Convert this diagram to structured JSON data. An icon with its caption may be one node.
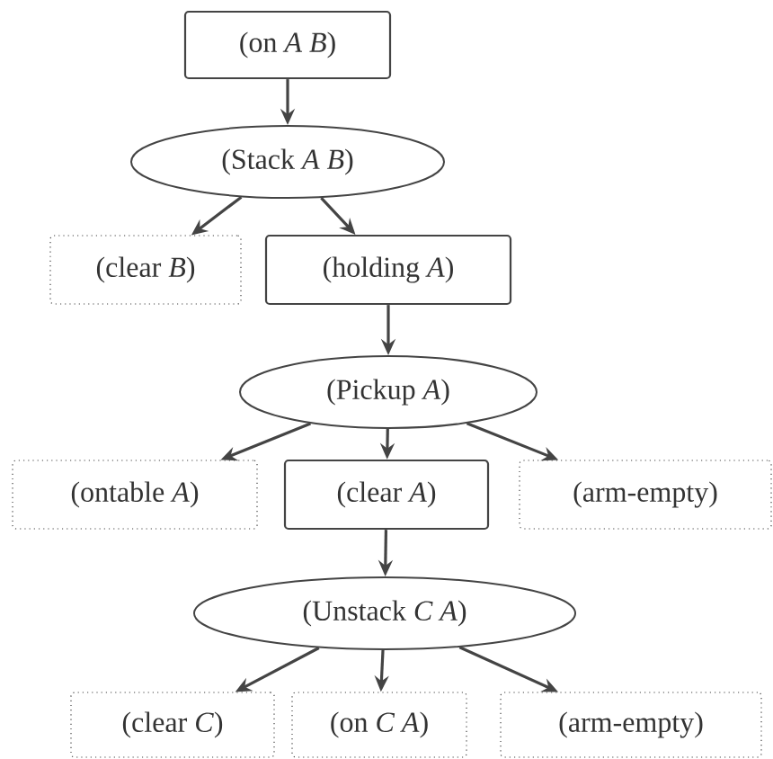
{
  "diagram": {
    "nodes": [
      {
        "text": [
          "(on *A B*)"
        ]
      },
      {
        "text": [
          "(Stack *A B*)"
        ]
      },
      {
        "text": [
          "(clear *B*)"
        ]
      },
      {
        "text": [
          "(holding *A*)"
        ]
      },
      {
        "text": [
          "(Pickup *A*)"
        ]
      },
      {
        "text": [
          "(ontable *A*)"
        ]
      },
      {
        "text": [
          "(clear *A*)"
        ]
      },
      {
        "text": [
          "(arm-empty)"
        ]
      },
      {
        "text": [
          "(Unstack *C A*)"
        ]
      },
      {
        "text": [
          "(clear *C*)"
        ]
      },
      {
        "text": [
          "(on *C A*)"
        ]
      },
      {
        "text": [
          "(arm-empty)"
        ]
      }
    ],
    "edges": [
      {
        "from": 0,
        "to": 1,
        "arrow": "to"
      },
      {
        "from": 1,
        "to": 2,
        "arrow": "to"
      },
      {
        "from": 1,
        "to": 3,
        "arrow": "to"
      },
      {
        "from": 3,
        "to": 4,
        "arrow": "to"
      },
      {
        "from": 4,
        "to": 5,
        "arrow": "to"
      },
      {
        "from": 4,
        "to": 6,
        "arrow": "to"
      },
      {
        "from": 4,
        "to": 7,
        "arrow": "to"
      },
      {
        "from": 6,
        "to": 8,
        "arrow": "to"
      },
      {
        "from": 8,
        "to": 9,
        "arrow": "to"
      },
      {
        "from": 8,
        "to": 10,
        "arrow": "to"
      },
      {
        "from": 8,
        "to": 11,
        "arrow": "to"
      }
    ]
  }
}
